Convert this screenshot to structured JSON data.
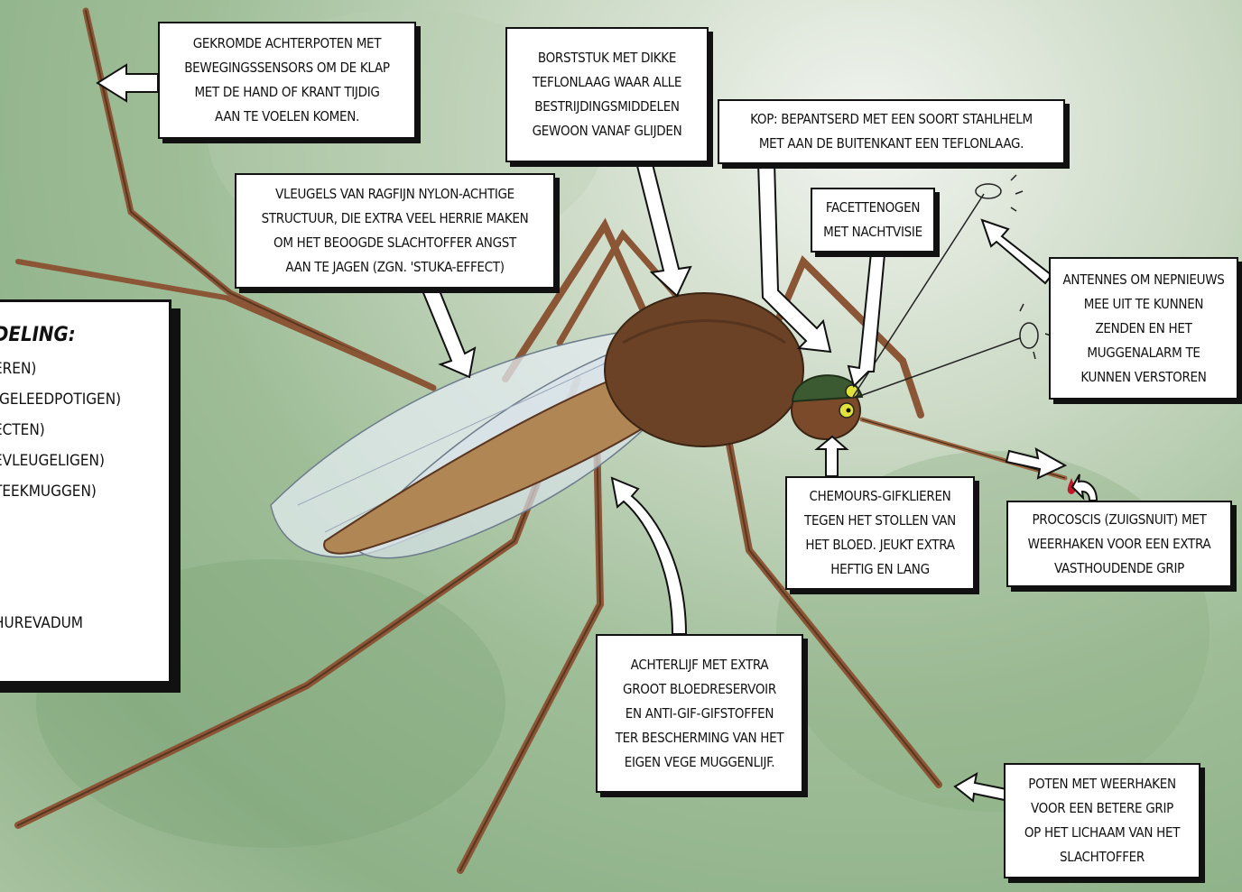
{
  "classification": {
    "title": "DELING:",
    "rows": [
      "EREN)",
      "(GELEEDPOTIGEN)",
      "ECTEN)",
      "EVLEUGELIGEN)",
      "TEEKMUGGEN)",
      "HUREVADUM"
    ]
  },
  "callouts": {
    "achterpoten": [
      "GEKROMDE ACHTERPOTEN MET",
      "BEWEGINGSSENSORS OM DE KLAP",
      "MET DE HAND OF KRANT TIJDIG",
      "AAN TE VOELEN KOMEN."
    ],
    "borststuk": [
      "BORSTSTUK MET DIKKE",
      "TEFLONLAAG WAAR ALLE",
      "BESTRIJDINGSMIDDELEN",
      "GEWOON VANAF GLIJDEN"
    ],
    "kop": [
      "KOP: BEPANTSERD MET EEN SOORT STAHLHELM",
      "MET AAN DE BUITENKANT EEN TEFLONLAAG."
    ],
    "vleugels": [
      "VLEUGELS VAN RAGFIJN NYLON-ACHTIGE",
      "STRUCTUUR, DIE EXTRA VEEL HERRIE MAKEN",
      "OM HET BEOOGDE SLACHTOFFER ANGST",
      "AAN TE JAGEN (ZGN. 'STUKA-EFFECT)"
    ],
    "facetogen": [
      "FACETTENOGEN",
      "MET NACHTVISIE"
    ],
    "antennes": [
      "ANTENNES OM NEPNIEUWS",
      "MEE UIT TE KUNNEN",
      "ZENDEN EN HET",
      "MUGGENALARM TE",
      "KUNNEN VERSTOREN"
    ],
    "gifklieren": [
      "CHEMOURS-GIFKLIEREN",
      "TEGEN HET STOLLEN VAN",
      "HET BLOED. JEUKT EXTRA",
      "HEFTIG EN LANG"
    ],
    "procoscis": [
      "PROCOSCIS (ZUIGSNUIT) MET",
      "WEERHAKEN VOOR EEN EXTRA",
      "VASTHOUDENDE GRIP"
    ],
    "achterlijf": [
      "ACHTERLIJF MET EXTRA",
      "GROOT BLOEDRESERVOIR",
      "EN ANTI-GIF-GIFSTOFFEN",
      "TER BESCHERMING VAN HET",
      "EIGEN VEGE MUGGENLIJF."
    ],
    "poten": [
      "POTEN MET WEERHAKEN",
      "VOOR EEN BETERE GRIP",
      "OP HET LICHAAM VAN HET",
      "SLACHTOFFER"
    ]
  },
  "colors": {
    "body": "#6b4226",
    "leg": "#9a6440",
    "wing": "#e4ecf2",
    "helmet": "#3b5a32",
    "blood": "#c0182a"
  }
}
